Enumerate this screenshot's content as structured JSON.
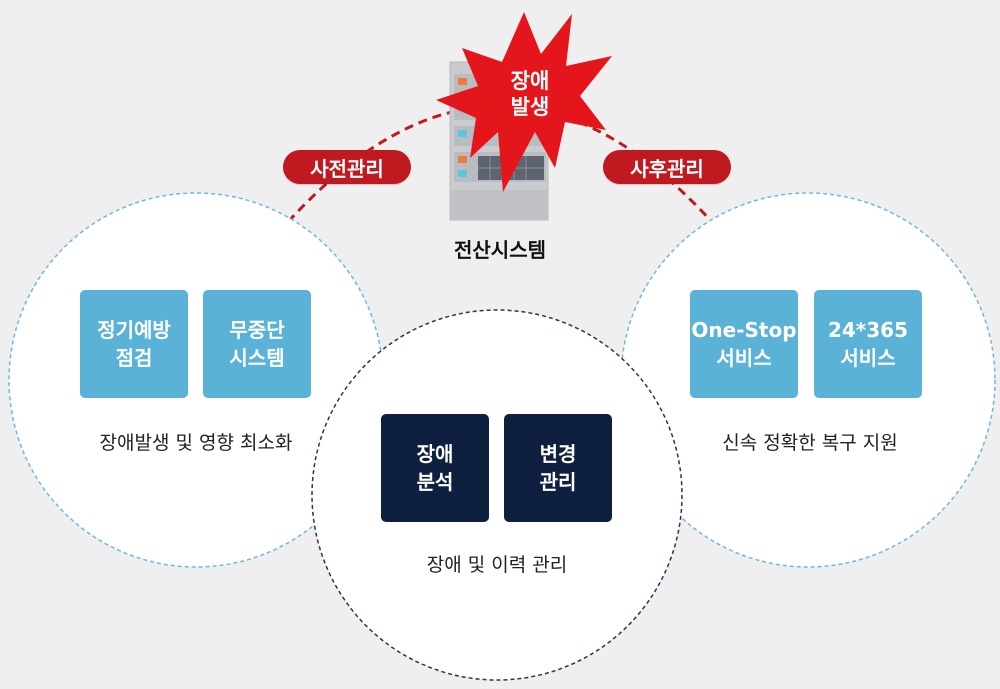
{
  "center": {
    "system_label": "전산시스템",
    "incident_line1": "장애",
    "incident_line2": "발생"
  },
  "labels": {
    "pre_management": "사전관리",
    "post_management": "사후관리"
  },
  "circles": {
    "left": {
      "box1_line1": "정기예방",
      "box1_line2": "점검",
      "box2_line1": "무중단",
      "box2_line2": "시스템",
      "caption": "장애발생 및 영향 최소화"
    },
    "middle": {
      "box1_line1": "장애",
      "box1_line2": "분석",
      "box2_line1": "변경",
      "box2_line2": "관리",
      "caption": "장애 및 이력 관리"
    },
    "right": {
      "box1_line1": "One-Stop",
      "box1_line2": "서비스",
      "box2_line1": "24*365",
      "box2_line2": "서비스",
      "caption": "신속 정확한 복구 지원"
    }
  },
  "colors": {
    "accent_red": "#c0191f",
    "light_box": "#5ab2d7",
    "dark_box": "#0e1f3f",
    "background": "#efeff0"
  }
}
